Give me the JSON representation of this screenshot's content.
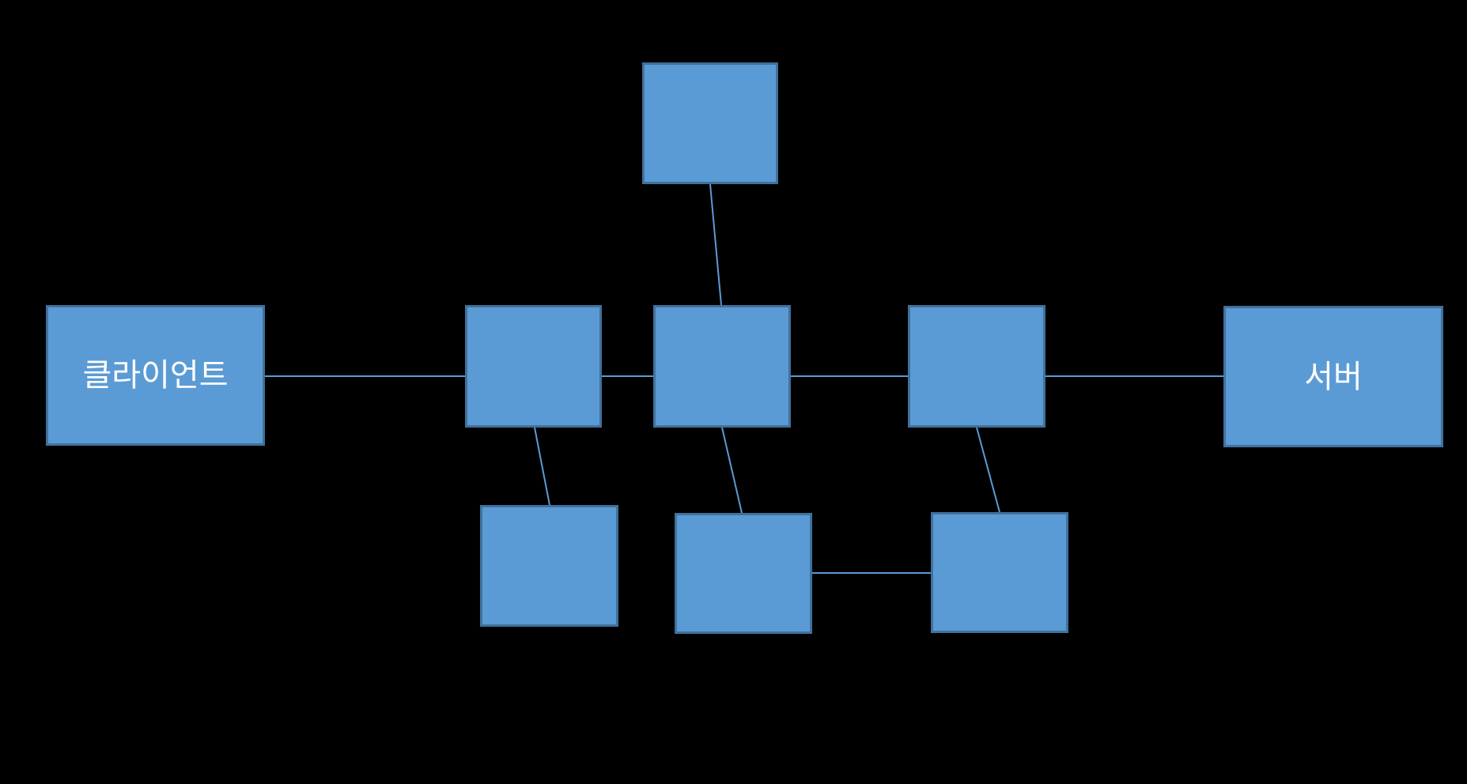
{
  "diagram": {
    "type": "network-topology-diagram",
    "background": "#000000",
    "style": {
      "node_fill": "#5b9bd5",
      "node_border": "#41719c",
      "connector_color": "#5b9bd5",
      "label_color": "#ffffff"
    },
    "nodes": {
      "client": {
        "label": "클라이언트"
      },
      "top": {
        "label": ""
      },
      "mid_left": {
        "label": ""
      },
      "mid_center": {
        "label": ""
      },
      "mid_right": {
        "label": ""
      },
      "bottom_left": {
        "label": ""
      },
      "bottom_center": {
        "label": ""
      },
      "bottom_right": {
        "label": ""
      },
      "server": {
        "label": "서버"
      }
    },
    "edges": [
      {
        "from": "client",
        "to": "mid_left"
      },
      {
        "from": "mid_left",
        "to": "mid_center"
      },
      {
        "from": "mid_center",
        "to": "mid_right"
      },
      {
        "from": "mid_right",
        "to": "server"
      },
      {
        "from": "top",
        "to": "mid_center"
      },
      {
        "from": "mid_left",
        "to": "bottom_left"
      },
      {
        "from": "mid_center",
        "to": "bottom_center"
      },
      {
        "from": "mid_right",
        "to": "bottom_right"
      },
      {
        "from": "bottom_center",
        "to": "bottom_right"
      }
    ]
  }
}
